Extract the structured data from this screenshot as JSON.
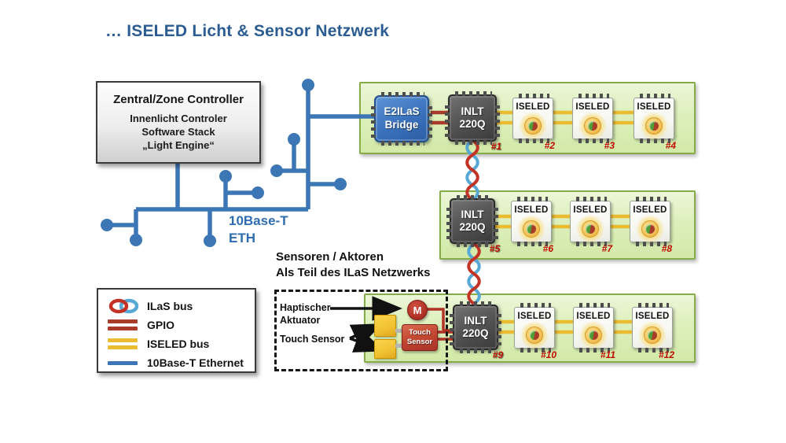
{
  "title": "… ISELED Licht & Sensor Netzwerk",
  "controller": {
    "title": "Zentral/Zone Controller",
    "line1": "Innenlicht Controler",
    "line2": "Software Stack",
    "line3": "„Light Engine“"
  },
  "network": {
    "label_line1": "10Base-T",
    "label_line2": "ETH"
  },
  "rows": [
    {
      "name": "row-1",
      "chips": [
        {
          "kind": "bridge",
          "line1": "E2ILaS",
          "line2": "Bridge"
        },
        {
          "kind": "inlt",
          "line1": "INLT",
          "line2": "220Q",
          "num": "#1"
        },
        {
          "kind": "iseled",
          "label": "ISELED",
          "num": "#2"
        },
        {
          "kind": "iseled",
          "label": "ISELED",
          "num": "#3"
        },
        {
          "kind": "iseled",
          "label": "ISELED",
          "num": "#4"
        }
      ]
    },
    {
      "name": "row-2",
      "chips": [
        {
          "kind": "inlt",
          "line1": "INLT",
          "line2": "220Q",
          "num": "#5"
        },
        {
          "kind": "iseled",
          "label": "ISELED",
          "num": "#6"
        },
        {
          "kind": "iseled",
          "label": "ISELED",
          "num": "#7"
        },
        {
          "kind": "iseled",
          "label": "ISELED",
          "num": "#8"
        }
      ]
    },
    {
      "name": "row-3",
      "chips": [
        {
          "kind": "inlt",
          "line1": "INLT",
          "line2": "220Q",
          "num": "#9"
        },
        {
          "kind": "iseled",
          "label": "ISELED",
          "num": "#10"
        },
        {
          "kind": "iseled",
          "label": "ISELED",
          "num": "#11"
        },
        {
          "kind": "iseled",
          "label": "ISELED",
          "num": "#12"
        }
      ]
    }
  ],
  "legend": {
    "items": [
      {
        "name": "ilas-bus",
        "label": "ILaS bus"
      },
      {
        "name": "gpio",
        "label": "GPIO"
      },
      {
        "name": "iseled-bus",
        "label": "ISELED bus"
      },
      {
        "name": "ethernet",
        "label": "10Base-T Ethernet"
      }
    ]
  },
  "sensors": {
    "heading_line1": "Sensoren / Aktoren",
    "heading_line2": "Als Teil des ILaS Netzwerks",
    "haptic_line1": "Haptischer",
    "haptic_line2": "Aktuator",
    "touch_label": "Touch Sensor",
    "motor_label": "M",
    "touch_box_line1": "Touch",
    "touch_box_line2": "Sensor"
  },
  "colors": {
    "title_blue": "#2B5C92",
    "ethernet_blue": "#3C76B4",
    "panel_green": "#DDF0BC",
    "panel_border": "#85AC48",
    "gpio_red": "#A93B2B",
    "iseled_yellow": "#EBBB32",
    "ilas_red": "#C23326",
    "ilas_blue": "#58A8D6",
    "chip_num_red": "#C00A00"
  }
}
